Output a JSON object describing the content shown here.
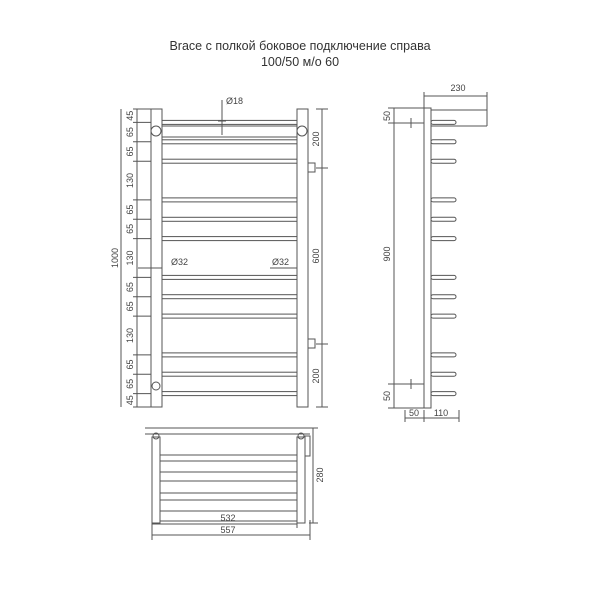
{
  "title": {
    "line1": "Brace с полкой  боковое подключение справа",
    "line2": "100/50 м/о 60"
  },
  "front_view": {
    "left_dims": [
      "45",
      "65",
      "65",
      "130",
      "65",
      "65",
      "130",
      "65",
      "65",
      "130",
      "65",
      "65",
      "45"
    ],
    "total_height": "1000",
    "right_dims": [
      "200",
      "600",
      "200"
    ],
    "top_pipe_diameter": "Ø18",
    "tube_diameter_left": "Ø32",
    "tube_diameter_right": "Ø32"
  },
  "side_view": {
    "shelf_depth": "230",
    "top_offset": "50",
    "center_distance": "900",
    "bottom_offset": "50",
    "bottom_dim_a": "50",
    "bottom_dim_b": "110"
  },
  "top_view": {
    "inner_width": "532",
    "total_width": "557",
    "depth": "280"
  }
}
